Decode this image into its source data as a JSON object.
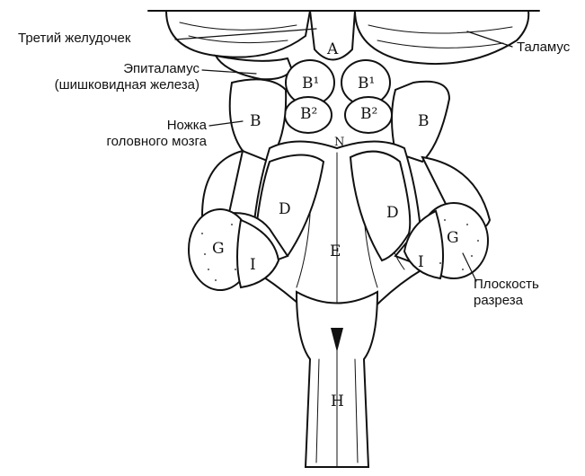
{
  "labels": {
    "third_ventricle": "Третий желудочек",
    "epithalamus_line1": "Эпиталамус",
    "epithalamus_line2": "(шишковидная железа)",
    "cerebral_peduncle_line1": "Ножка",
    "cerebral_peduncle_line2": "головного мозга",
    "thalamus": "Таламус",
    "section_plane_line1": "Плоскость",
    "section_plane_line2": "разреза"
  },
  "letters": {
    "A": "A",
    "B1": "B¹",
    "B2": "B²",
    "B": "B",
    "D": "D",
    "E": "E",
    "G": "G",
    "I": "I",
    "H": "H",
    "N": "N"
  },
  "colors": {
    "ink": "#111111",
    "background": "#ffffff"
  }
}
